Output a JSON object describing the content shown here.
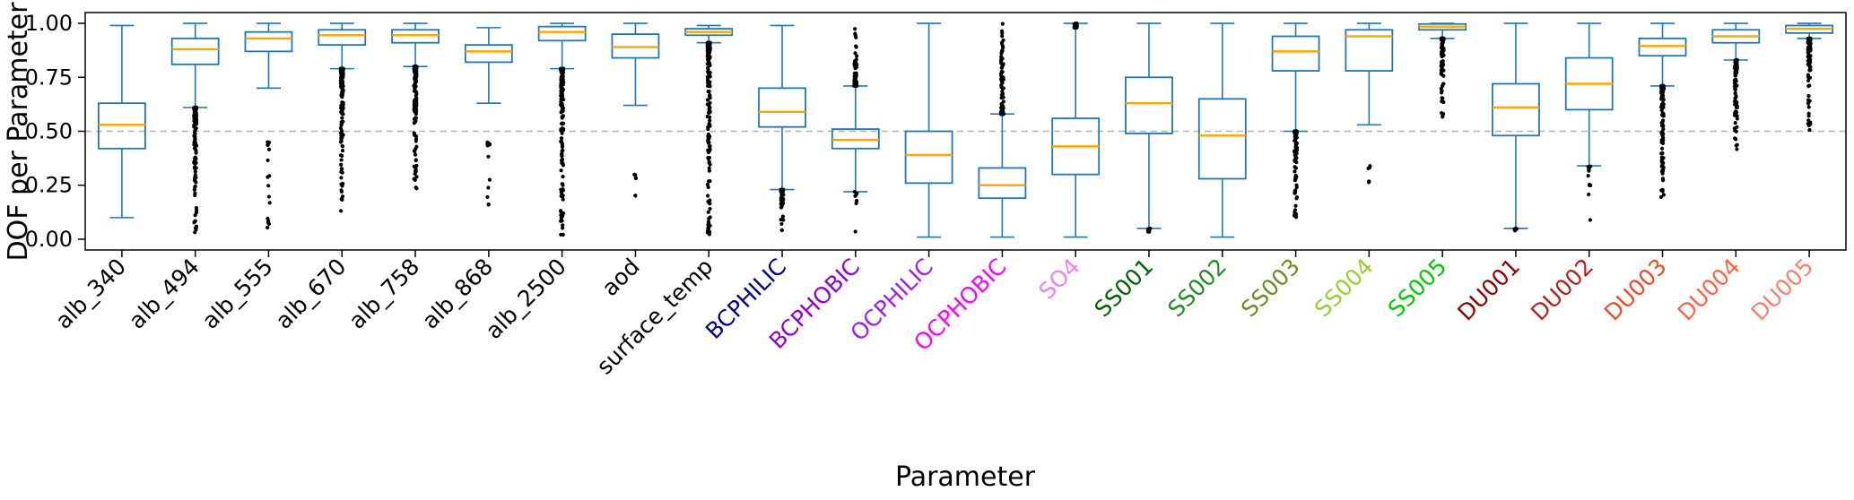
{
  "figure": {
    "background": "#ffffff"
  },
  "chart_data": {
    "type": "boxplot",
    "title": "",
    "xlabel": "Parameter",
    "ylabel": "DOF per Parameter",
    "ylim": [
      -0.05,
      1.05
    ],
    "yticks": [
      0.0,
      0.25,
      0.5,
      0.75,
      1.0
    ],
    "ytick_labels": [
      "0.00",
      "0.25",
      "0.50",
      "0.75",
      "1.00"
    ],
    "grid": "off",
    "legend": "none",
    "reference_line": {
      "y": 0.5,
      "style": "dashed",
      "color": "#b3b3b3"
    },
    "box_color": "#1f77b4",
    "median_color": "#ffa500",
    "flier_color": "#000000",
    "categories": [
      {
        "label": "alb_340",
        "color": "#000000",
        "whislo": 0.1,
        "q1": 0.42,
        "med": 0.53,
        "q3": 0.63,
        "whishi": 0.99,
        "fliers_below": null,
        "fliers_above": null
      },
      {
        "label": "alb_494",
        "color": "#000000",
        "whislo": 0.61,
        "q1": 0.81,
        "med": 0.88,
        "q3": 0.93,
        "whishi": 1.0,
        "fliers_below": {
          "range": [
            0.02,
            0.61
          ],
          "density": "dense"
        },
        "fliers_above": null
      },
      {
        "label": "alb_555",
        "color": "#000000",
        "whislo": 0.7,
        "q1": 0.87,
        "med": 0.93,
        "q3": 0.96,
        "whishi": 1.0,
        "fliers_below": {
          "range": [
            0.05,
            0.45
          ],
          "density": "sparse"
        },
        "fliers_above": null
      },
      {
        "label": "alb_670",
        "color": "#000000",
        "whislo": 0.79,
        "q1": 0.9,
        "med": 0.945,
        "q3": 0.97,
        "whishi": 1.0,
        "fliers_below": {
          "range": [
            0.12,
            0.79
          ],
          "density": "dense"
        },
        "fliers_above": null
      },
      {
        "label": "alb_758",
        "color": "#000000",
        "whislo": 0.8,
        "q1": 0.91,
        "med": 0.945,
        "q3": 0.97,
        "whishi": 1.0,
        "fliers_below": {
          "range": [
            0.22,
            0.8
          ],
          "density": "dense"
        },
        "fliers_above": null
      },
      {
        "label": "alb_868",
        "color": "#000000",
        "whislo": 0.63,
        "q1": 0.82,
        "med": 0.87,
        "q3": 0.9,
        "whishi": 0.98,
        "fliers_below": {
          "range": [
            0.12,
            0.45
          ],
          "density": "sparse"
        },
        "fliers_above": null
      },
      {
        "label": "alb_2500",
        "color": "#000000",
        "whislo": 0.79,
        "q1": 0.92,
        "med": 0.96,
        "q3": 0.985,
        "whishi": 1.0,
        "fliers_below": {
          "range": [
            0.02,
            0.79
          ],
          "density": "dense"
        },
        "fliers_above": null
      },
      {
        "label": "aod",
        "color": "#000000",
        "whislo": 0.62,
        "q1": 0.84,
        "med": 0.89,
        "q3": 0.95,
        "whishi": 1.0,
        "fliers_below": {
          "range": [
            0.17,
            0.3
          ],
          "density": "sparse"
        },
        "fliers_above": null
      },
      {
        "label": "surface_temp",
        "color": "#000000",
        "whislo": 0.91,
        "q1": 0.945,
        "med": 0.96,
        "q3": 0.975,
        "whishi": 0.99,
        "fliers_below": {
          "range": [
            0.02,
            0.91
          ],
          "density": "dense"
        },
        "fliers_above": null
      },
      {
        "label": "BCPHILIC",
        "color": "#00008b",
        "whislo": 0.23,
        "q1": 0.52,
        "med": 0.59,
        "q3": 0.7,
        "whishi": 0.99,
        "fliers_below": {
          "range": [
            0.03,
            0.23
          ],
          "density": "dense"
        },
        "fliers_above": null
      },
      {
        "label": "BCPHOBIC",
        "color": "#9400d3",
        "whislo": 0.22,
        "q1": 0.42,
        "med": 0.46,
        "q3": 0.51,
        "whishi": 0.71,
        "fliers_below": {
          "range": [
            0.02,
            0.22
          ],
          "density": "sparse"
        },
        "fliers_above": {
          "range": [
            0.71,
            0.99
          ],
          "density": "dense"
        }
      },
      {
        "label": "OCPHILIC",
        "color": "#a020f0",
        "whislo": 0.01,
        "q1": 0.26,
        "med": 0.39,
        "q3": 0.5,
        "whishi": 1.0,
        "fliers_below": null,
        "fliers_above": null
      },
      {
        "label": "OCPHOBIC",
        "color": "#ff00ff",
        "whislo": 0.01,
        "q1": 0.19,
        "med": 0.25,
        "q3": 0.33,
        "whishi": 0.58,
        "fliers_below": null,
        "fliers_above": {
          "range": [
            0.58,
            1.0
          ],
          "density": "dense"
        }
      },
      {
        "label": "SO4",
        "color": "#ee82ee",
        "whislo": 0.01,
        "q1": 0.3,
        "med": 0.43,
        "q3": 0.56,
        "whishi": 1.0,
        "fliers_below": null,
        "fliers_above": {
          "range": [
            0.98,
            1.0
          ],
          "density": "dense"
        }
      },
      {
        "label": "SS001",
        "color": "#006400",
        "whislo": 0.05,
        "q1": 0.49,
        "med": 0.63,
        "q3": 0.75,
        "whishi": 1.0,
        "fliers_below": {
          "range": [
            0.03,
            0.05
          ],
          "density": "sparse"
        },
        "fliers_above": null
      },
      {
        "label": "SS002",
        "color": "#228b22",
        "whislo": 0.01,
        "q1": 0.28,
        "med": 0.48,
        "q3": 0.65,
        "whishi": 1.0,
        "fliers_below": null,
        "fliers_above": null
      },
      {
        "label": "SS003",
        "color": "#6b8e23",
        "whislo": 0.5,
        "q1": 0.78,
        "med": 0.87,
        "q3": 0.94,
        "whishi": 1.0,
        "fliers_below": {
          "range": [
            0.1,
            0.5
          ],
          "density": "dense"
        },
        "fliers_above": null
      },
      {
        "label": "SS004",
        "color": "#9acd32",
        "whislo": 0.53,
        "q1": 0.78,
        "med": 0.94,
        "q3": 0.97,
        "whishi": 1.0,
        "fliers_below": {
          "range": [
            0.19,
            0.34
          ],
          "density": "sparse"
        },
        "fliers_above": null
      },
      {
        "label": "SS005",
        "color": "#00cc00",
        "whislo": 0.93,
        "q1": 0.97,
        "med": 0.985,
        "q3": 0.997,
        "whishi": 1.0,
        "fliers_below": {
          "range": [
            0.55,
            0.93
          ],
          "density": "dense"
        },
        "fliers_above": null
      },
      {
        "label": "DU001",
        "color": "#8b0000",
        "whislo": 0.05,
        "q1": 0.48,
        "med": 0.61,
        "q3": 0.72,
        "whishi": 1.0,
        "fliers_below": {
          "range": [
            0.04,
            0.05
          ],
          "density": "sparse"
        },
        "fliers_above": null
      },
      {
        "label": "DU002",
        "color": "#b22222",
        "whislo": 0.34,
        "q1": 0.6,
        "med": 0.72,
        "q3": 0.84,
        "whishi": 1.0,
        "fliers_below": {
          "range": [
            0.04,
            0.34
          ],
          "density": "sparse"
        },
        "fliers_above": null
      },
      {
        "label": "DU003",
        "color": "#ee4b2b",
        "whislo": 0.71,
        "q1": 0.85,
        "med": 0.895,
        "q3": 0.93,
        "whishi": 1.0,
        "fliers_below": {
          "range": [
            0.18,
            0.71
          ],
          "density": "dense"
        },
        "fliers_above": null
      },
      {
        "label": "DU004",
        "color": "#ff6347",
        "whislo": 0.83,
        "q1": 0.91,
        "med": 0.94,
        "q3": 0.97,
        "whishi": 1.0,
        "fliers_below": {
          "range": [
            0.35,
            0.83
          ],
          "density": "dense"
        },
        "fliers_above": null
      },
      {
        "label": "DU005",
        "color": "#fa8072",
        "whislo": 0.93,
        "q1": 0.955,
        "med": 0.975,
        "q3": 0.99,
        "whishi": 1.0,
        "fliers_below": {
          "range": [
            0.48,
            0.93
          ],
          "density": "dense"
        },
        "fliers_above": null
      }
    ]
  }
}
